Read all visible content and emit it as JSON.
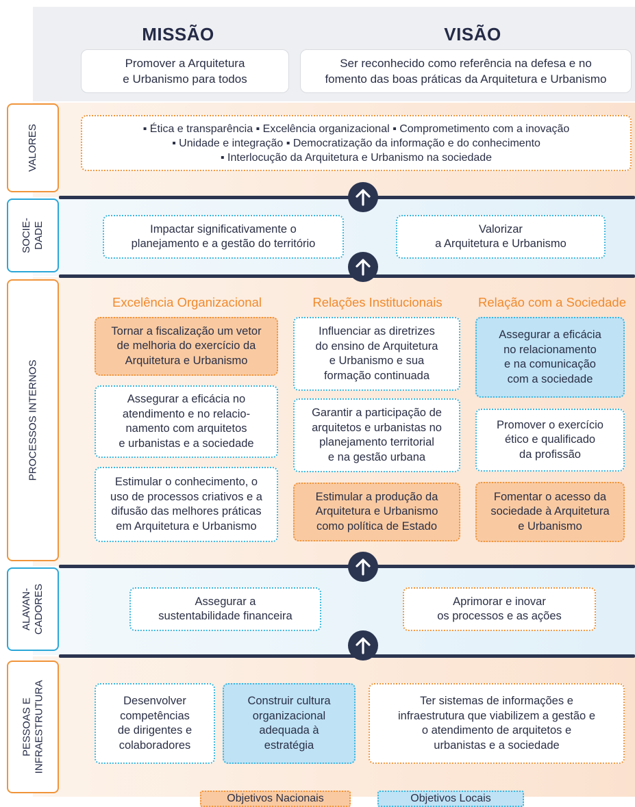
{
  "header": {
    "mission_title": "MISSÃO",
    "mission_text": [
      "Promover a Arquitetura",
      "e Urbanismo para todos"
    ],
    "vision_title": "VISÃO",
    "vision_text": [
      "Ser reconhecido como referência na defesa e no",
      "fomento das boas práticas da Arquitetura e Urbanismo"
    ]
  },
  "valores": {
    "label": "VALORES",
    "lines": [
      "▪ Ética e transparência ▪ Excelência organizacional ▪ Comprometimento com a inovação",
      "▪ Unidade e integração ▪ Democratização da informação e do conhecimento",
      "▪ Interlocução da Arquitetura e Urbanismo na sociedade"
    ]
  },
  "sociedade": {
    "label": [
      "SOCIE-",
      "DADE"
    ],
    "boxes": [
      [
        "Impactar significativamente o",
        "planejamento e a gestão do território"
      ],
      [
        "Valorizar",
        "a Arquitetura e Urbanismo"
      ]
    ]
  },
  "processos": {
    "label": "PROCESSOS INTERNOS",
    "columns": [
      {
        "title": "Excelência Organizacional",
        "boxes": [
          [
            "Tornar a fiscalização um vetor",
            "de melhoria do exercício da",
            "Arquitetura e Urbanismo"
          ],
          [
            "Assegurar a eficácia no",
            "atendimento e no relacio-",
            "namento com arquitetos",
            "e urbanistas e a sociedade"
          ],
          [
            "Estimular o conhecimento, o",
            "uso de processos criativos e a",
            "difusão das melhores práticas",
            "em Arquitetura e Urbanismo"
          ]
        ]
      },
      {
        "title": "Relações Institucionais",
        "boxes": [
          [
            "Influenciar as diretrizes",
            "do ensino de Arquitetura",
            "e Urbanismo e sua",
            "formação continuada"
          ],
          [
            "Garantir a participação de",
            "arquitetos e urbanistas no",
            "planejamento territorial",
            "e na gestão urbana"
          ],
          [
            "Estimular a produção da",
            "Arquitetura e Urbanismo",
            "como política de Estado"
          ]
        ]
      },
      {
        "title": "Relação com a Sociedade",
        "boxes": [
          [
            "Assegurar a eficácia",
            "no relacionamento",
            "e na comunicação",
            "com a sociedade"
          ],
          [
            "Promover o exercício",
            "ético e qualificado",
            "da profissão"
          ],
          [
            "Fomentar o acesso da",
            "sociedade à Arquitetura",
            "e Urbanismo"
          ]
        ]
      }
    ]
  },
  "alavancadores": {
    "label": [
      "ALAVAN-",
      "CADORES"
    ],
    "boxes": [
      [
        "Assegurar a",
        "sustentabilidade financeira"
      ],
      [
        "Aprimorar e inovar",
        "os processos e as ações"
      ]
    ]
  },
  "pessoas": {
    "label": [
      "PESSOAS E",
      "INFRAESTRUTURA"
    ],
    "boxes": [
      [
        "Desenvolver",
        "competências",
        "de dirigentes e",
        "colaboradores"
      ],
      [
        "Construir cultura",
        "organizacional",
        "adequada à",
        "estratégia"
      ],
      [
        "Ter sistemas de informações e",
        "infraestrutura que viabilizem a gestão e",
        "o atendimento de arquitetos e",
        "urbanistas e a sociedade"
      ]
    ]
  },
  "legend": {
    "national": "Objetivos Nacionais",
    "local": "Objetivos Locais"
  },
  "colors": {
    "orange": "#f0943a",
    "blue": "#2aa6d8",
    "navy": "#2b3550",
    "orange_fill": "#f9caa2",
    "blue_fill": "#bfe2f5"
  },
  "icons": [
    "arrow-up-icon"
  ]
}
